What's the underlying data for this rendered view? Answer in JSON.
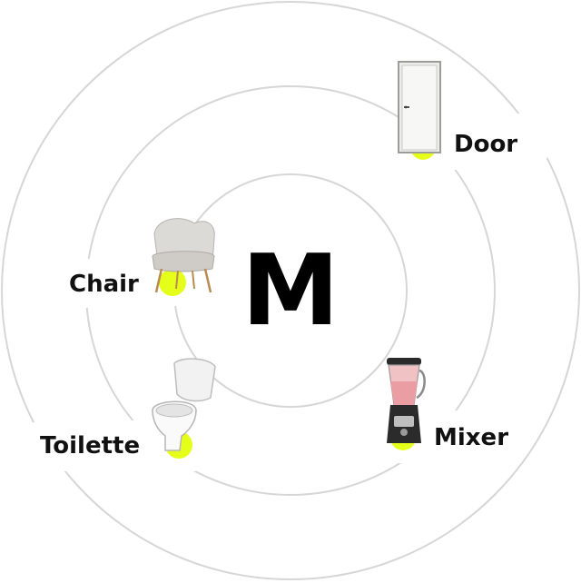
{
  "center": {
    "letter": "M"
  },
  "accent_color": "#e6ff1a",
  "ring_color": "#d6d6d6",
  "items": [
    {
      "label": "Door",
      "icon": "door-icon"
    },
    {
      "label": "Chair",
      "icon": "chair-icon"
    },
    {
      "label": "Toilette",
      "icon": "toilet-icon"
    },
    {
      "label": "Mixer",
      "icon": "blender-icon"
    }
  ]
}
